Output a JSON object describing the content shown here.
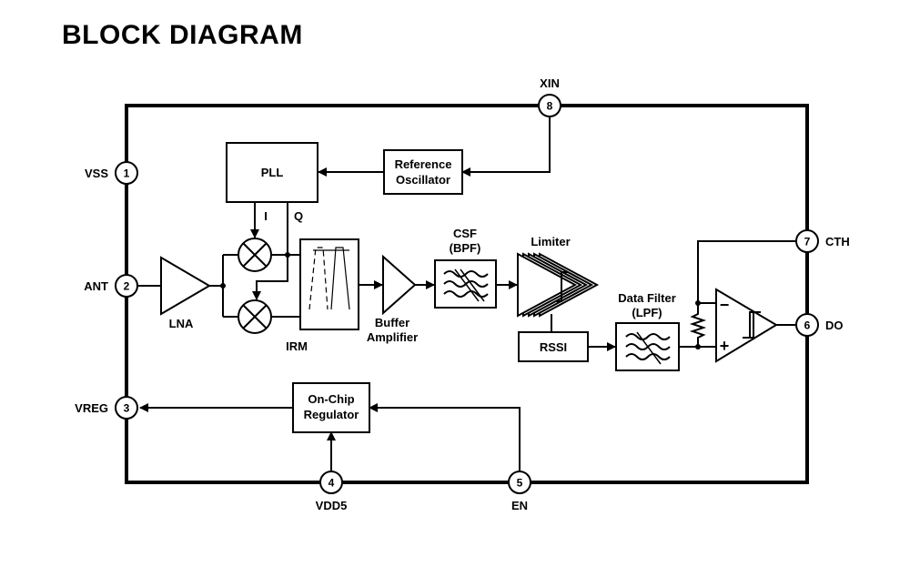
{
  "title": "BLOCK DIAGRAM",
  "pins": {
    "p1": {
      "num": "1",
      "label": "VSS"
    },
    "p2": {
      "num": "2",
      "label": "ANT"
    },
    "p3": {
      "num": "3",
      "label": "VREG"
    },
    "p4": {
      "num": "4",
      "label": "VDD5"
    },
    "p5": {
      "num": "5",
      "label": "EN"
    },
    "p6": {
      "num": "6",
      "label": "DO"
    },
    "p7": {
      "num": "7",
      "label": "CTH"
    },
    "p8": {
      "num": "8",
      "label": "XIN"
    }
  },
  "blocks": {
    "pll": "PLL",
    "ref_osc_1": "Reference",
    "ref_osc_2": "Oscillator",
    "lna": "LNA",
    "irm": "IRM",
    "i_label": "I",
    "q_label": "Q",
    "buffer_1": "Buffer",
    "buffer_2": "Amplifier",
    "csf_1": "CSF",
    "csf_2": "(BPF)",
    "limiter": "Limiter",
    "rssi": "RSSI",
    "data_filter_1": "Data Filter",
    "data_filter_2": "(LPF)",
    "regulator_1": "On-Chip",
    "regulator_2": "Regulator",
    "comp_minus": "−",
    "comp_plus": "+"
  }
}
